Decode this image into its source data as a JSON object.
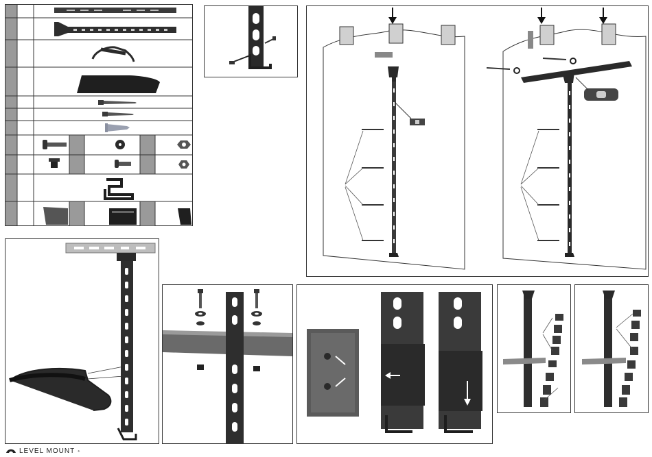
{
  "brand": {
    "name": "LEVEL MOUNT",
    "trademark": "®",
    "logo_icon": "level-mount-logo-icon"
  },
  "colors": {
    "part_dark": "#2a2a2a",
    "part_mid": "#4a4a4a",
    "table_label_cell": "#9a9a9a",
    "wall_gray": "#d0d0d0",
    "line": "#333333"
  },
  "parts_table": {
    "rows": [
      {
        "part": "top-mounting-bar"
      },
      {
        "part": "vertical-mounting-column"
      },
      {
        "part": "shelf-support-arm"
      },
      {
        "part": "glass-shelf"
      },
      {
        "part": "long-wood-screw"
      },
      {
        "part": "short-wood-screw"
      },
      {
        "part": "wall-anchor"
      },
      {
        "parts": [
          "bolt",
          "washer",
          "hex-nut"
        ]
      },
      {
        "parts": [
          "rubber-spacer",
          "short-bolt",
          "hex-nut-small"
        ]
      },
      {
        "part": "cable-hook"
      },
      {
        "parts": [
          "cable-cover-large",
          "cable-cover-medium",
          "cable-cover-small"
        ]
      }
    ]
  },
  "steps": [
    {
      "id": "step-attach-hook",
      "icon": "screwdriver-icon"
    },
    {
      "id": "step-mount-column-to-wall",
      "icon": "level-icon"
    },
    {
      "id": "step-mount-bar-to-wall",
      "icon": "level-icon"
    },
    {
      "id": "step-attach-shelf-arm"
    },
    {
      "id": "step-attach-shelf"
    },
    {
      "id": "step-attach-cable-cover"
    },
    {
      "id": "step-stack-covers-left"
    },
    {
      "id": "step-stack-covers-right"
    }
  ]
}
